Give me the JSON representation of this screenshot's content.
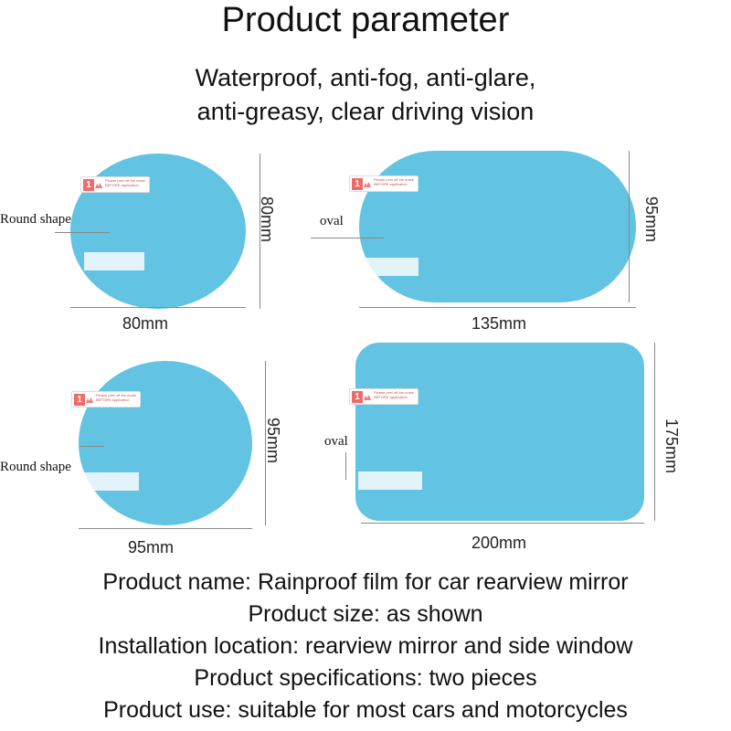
{
  "header": {
    "title": "Product parameter",
    "subtitle_line1": "Waterproof, anti-fog, anti-glare,",
    "subtitle_line2": "anti-greasy, clear driving vision"
  },
  "films": {
    "round_small": {
      "label": "Round shape",
      "width_label": "80mm",
      "height_label": "80mm"
    },
    "oval_small": {
      "label": "oval",
      "width_label": "135mm",
      "height_label": "95mm"
    },
    "round_large": {
      "label": "Round shape",
      "width_label": "95mm",
      "height_label": "95mm"
    },
    "oval_large": {
      "label": "oval",
      "width_label": "200mm",
      "height_label": "175mm"
    },
    "tab": {
      "number": "1",
      "text_line1": "Please peel off the mask",
      "text_line2": "BEFORE application"
    }
  },
  "info": {
    "line1": "Product name: Rainproof film for car rearview mirror",
    "line2": "Product size: as shown",
    "line3": "Installation location: rearview mirror and side window",
    "line4": "Product specifications: two pieces",
    "line5": "Product use: suitable for most cars and motorcycles"
  },
  "colors": {
    "film": "#62c3e2",
    "tab_number": "#ee6b6b",
    "dimension_line": "#888888"
  }
}
